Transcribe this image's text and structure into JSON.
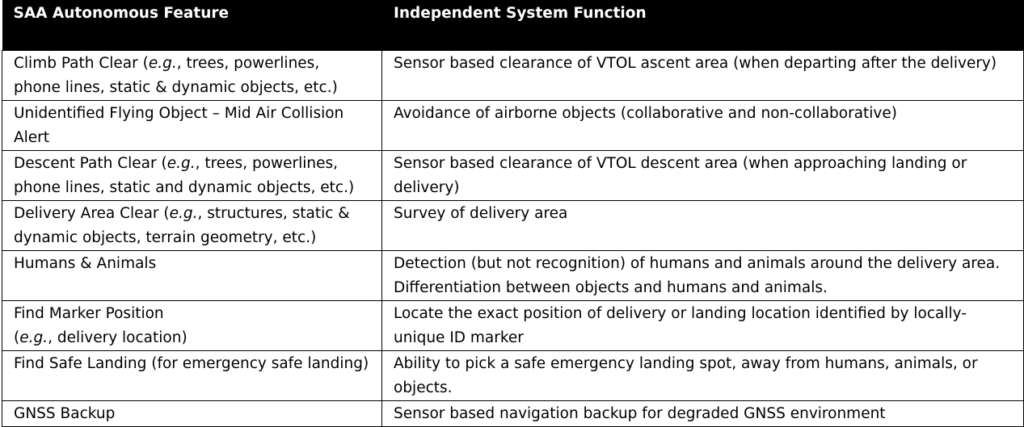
{
  "table": {
    "headers": [
      "SAA Autonomous Feature",
      "Independent System Function"
    ],
    "rows": [
      {
        "feature": [
          "Climb Path Clear (",
          "e.g.",
          ", trees, powerlines, phone lines, static & dynamic objects, etc.)"
        ],
        "function": "Sensor based clearance of VTOL ascent area (when departing after the delivery)"
      },
      {
        "feature": [
          "Unidentified Flying Object – Mid Air Collision Alert",
          "",
          ""
        ],
        "function": "Avoidance of airborne objects (collaborative and non-collaborative)"
      },
      {
        "feature": [
          "Descent Path Clear (",
          "e.g.",
          ", trees, powerlines, phone lines, static and dynamic objects, etc.)"
        ],
        "function": "Sensor based clearance of VTOL descent area (when approaching landing or delivery)"
      },
      {
        "feature": [
          "Delivery Area Clear (",
          "e.g.",
          ", structures, static & dynamic objects, terrain geometry, etc.)"
        ],
        "function": "Survey of delivery area"
      },
      {
        "feature": [
          "Humans & Animals",
          "",
          ""
        ],
        "function": "Detection (but not recognition) of humans and animals around the delivery area.  Differentiation between objects and humans and animals."
      },
      {
        "feature": [
          "Find Marker Position (",
          "e.g.",
          ", delivery location)"
        ],
        "function": "Locate the exact position of delivery or landing location identified by locally-unique ID marker"
      },
      {
        "feature": [
          "Find Safe Landing (for emergency safe landing)",
          "",
          ""
        ],
        "function": "Ability to pick a safe emergency landing spot, away from humans, animals, or objects."
      },
      {
        "feature": [
          "GNSS Backup",
          "",
          ""
        ],
        "function": "Sensor based navigation backup for degraded GNSS environment"
      }
    ]
  }
}
